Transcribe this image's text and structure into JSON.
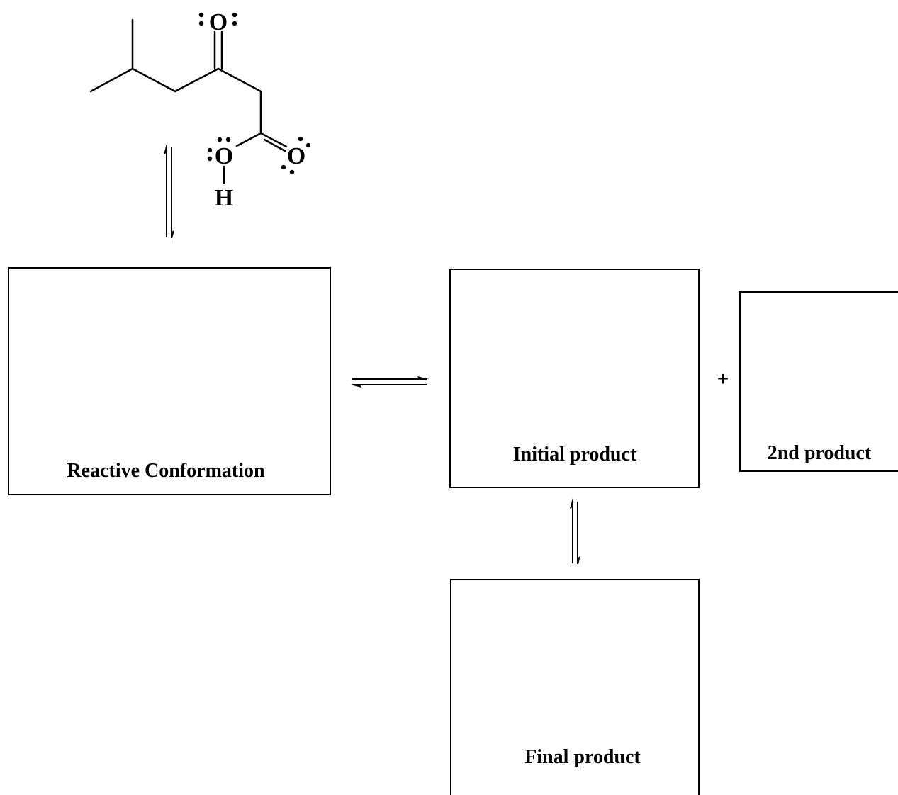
{
  "molecule": {
    "atoms": {
      "ketone_oxygen": "O",
      "hydroxyl_oxygen": "O",
      "hydroxyl_hydrogen": "H",
      "carbonyl_oxygen": "O"
    }
  },
  "boxes": {
    "reactive_conformation": "Reactive Conformation",
    "initial_product": "Initial product",
    "second_product": "2nd product",
    "final_product": "Final product"
  },
  "plus_sign": "+",
  "colors": {
    "stroke": "#000000",
    "background": "#ffffff"
  }
}
